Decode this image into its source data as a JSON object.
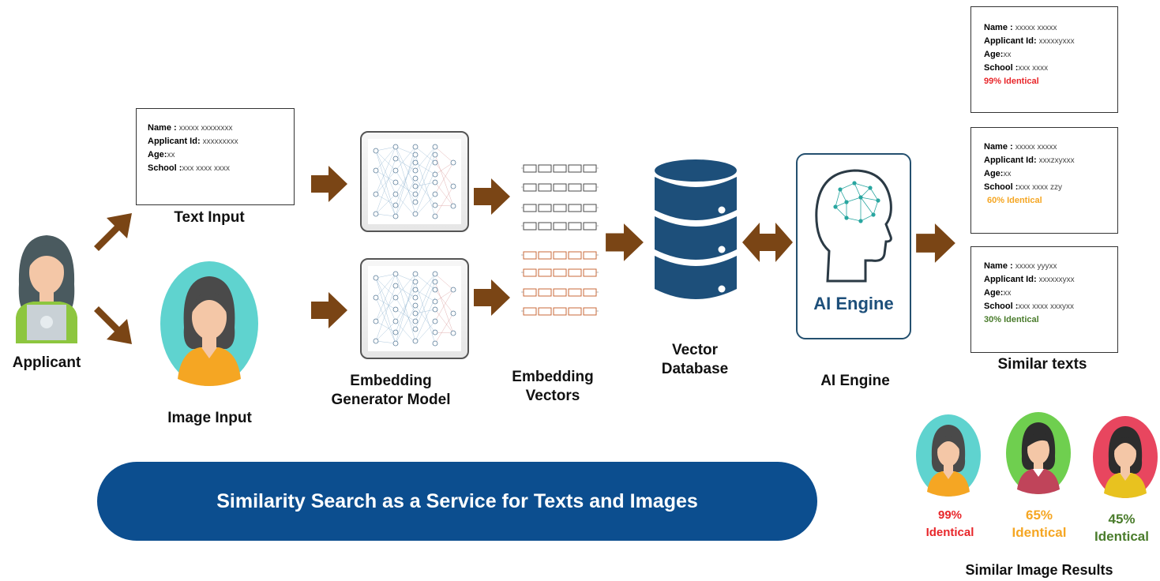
{
  "applicant": {
    "label": "Applicant"
  },
  "text_input": {
    "label": "Text Input",
    "lines": [
      {
        "key": "Name : ",
        "value": "xxxxx xxxxxxxx"
      },
      {
        "key": "Applicant Id: ",
        "value": "xxxxxxxxx"
      },
      {
        "key": "Age:",
        "value": "xx"
      },
      {
        "key": "School :",
        "value": "xxx xxxx  xxxx"
      }
    ]
  },
  "image_input": {
    "label": "Image Input"
  },
  "embedding_model": {
    "label_line1": "Embedding",
    "label_line2": "Generator Model"
  },
  "embedding_vectors": {
    "label_line1": "Embedding",
    "label_line2": "Vectors"
  },
  "vector_db": {
    "label_line1": "Vector",
    "label_line2": "Database"
  },
  "ai_engine": {
    "badge": "AI Engine",
    "label": "AI Engine"
  },
  "similar_texts": {
    "label": "Similar  texts",
    "cards": [
      {
        "name": "xxxxx xxxxx",
        "id": "xxxxxyxxx",
        "age": "xx",
        "school": "xxx xxxx",
        "score": "99% Identical",
        "color": "#e8262a"
      },
      {
        "name": "xxxxx xxxxx",
        "id": "xxxzxyxxx",
        "age": "xx",
        "school": "xxx xxxx   zzy",
        "score": "60% Identical",
        "color": "#f5a623"
      },
      {
        "name": "xxxxx yyyxx",
        "id": "xxxxxxyxx",
        "age": "xx",
        "school": "xxx xxxx  xxxyxx",
        "score": "30% Identical",
        "color": "#4a7c2c"
      }
    ],
    "keys": {
      "name": "Name : ",
      "id": "Applicant Id: ",
      "age": "Age:",
      "school": "School :"
    }
  },
  "similar_images": {
    "label": "Similar  Image Results",
    "items": [
      {
        "pct": "99%",
        "word": "Identical",
        "color": "#e8262a",
        "bg": "#5fd3cf"
      },
      {
        "pct": "65%",
        "word": "Identical",
        "color": "#f5a623",
        "bg": "#6fcf4f"
      },
      {
        "pct": "45%",
        "word": "Identical",
        "color": "#4a7c2c",
        "bg": "#e8465f"
      }
    ]
  },
  "banner": {
    "text": "Similarity Search as a Service for Texts and Images"
  },
  "colors": {
    "arrow": "#7a4515",
    "banner": "#0c4e8f",
    "db": "#1d4f7a"
  }
}
